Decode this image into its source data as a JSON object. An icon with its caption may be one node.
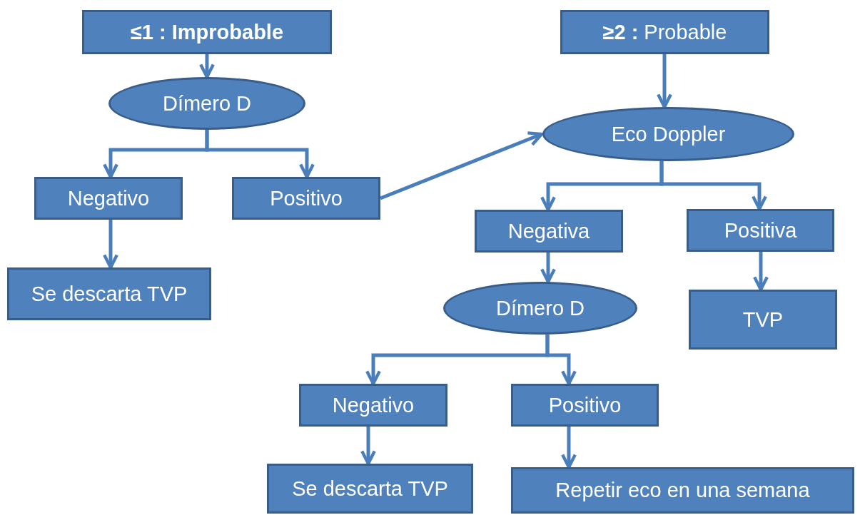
{
  "diagram": {
    "nodes": [
      {
        "text": [
          "≤1 : Improbable"
        ]
      },
      {
        "text": [
          "**≥2 :** Probable"
        ]
      },
      {
        "text": [
          "Dímero D"
        ]
      },
      {
        "text": [
          "Eco Doppler"
        ]
      },
      {
        "text": [
          "Negativo"
        ]
      },
      {
        "text": [
          "Positivo"
        ]
      },
      {
        "text": [
          "Negativa"
        ]
      },
      {
        "text": [
          "Positiva"
        ]
      },
      {
        "text": [
          "Se descarta TVP"
        ]
      },
      {
        "text": [
          "Dímero D"
        ]
      },
      {
        "text": [
          "TVP"
        ]
      },
      {
        "text": [
          "Negativo"
        ]
      },
      {
        "text": [
          "Positivo"
        ]
      },
      {
        "text": [
          "Se descarta TVP"
        ]
      },
      {
        "text": [
          "Repetir eco en una semana"
        ]
      }
    ],
    "edges": [
      {
        "from": 0,
        "to": 2,
        "arrow": "to"
      },
      {
        "from": 1,
        "to": 3,
        "arrow": "to"
      },
      {
        "from": 2,
        "to": 4,
        "arrow": "to"
      },
      {
        "from": 2,
        "to": 5,
        "arrow": "to"
      },
      {
        "from": 5,
        "to": 3,
        "arrow": "to"
      },
      {
        "from": 3,
        "to": 6,
        "arrow": "to"
      },
      {
        "from": 3,
        "to": 7,
        "arrow": "to"
      },
      {
        "from": 4,
        "to": 8,
        "arrow": "to"
      },
      {
        "from": 6,
        "to": 9,
        "arrow": "to"
      },
      {
        "from": 7,
        "to": 10,
        "arrow": "to"
      },
      {
        "from": 9,
        "to": 11,
        "arrow": "to"
      },
      {
        "from": 9,
        "to": 12,
        "arrow": "to"
      },
      {
        "from": 11,
        "to": 13,
        "arrow": "to"
      },
      {
        "from": 12,
        "to": 14,
        "arrow": "to"
      }
    ]
  }
}
